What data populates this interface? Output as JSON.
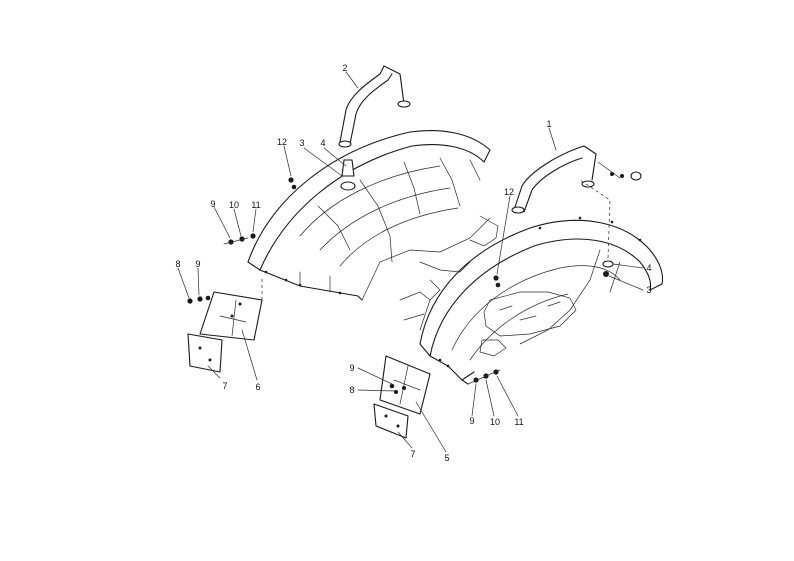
{
  "callouts": [
    {
      "id": "c1",
      "text": "1"
    },
    {
      "id": "c2",
      "text": "2"
    },
    {
      "id": "c3a",
      "text": "3"
    },
    {
      "id": "c4a",
      "text": "4"
    },
    {
      "id": "c12a",
      "text": "12"
    },
    {
      "id": "c9a",
      "text": "9"
    },
    {
      "id": "c10a",
      "text": "10"
    },
    {
      "id": "c11a",
      "text": "11"
    },
    {
      "id": "c8a",
      "text": "8"
    },
    {
      "id": "c9b",
      "text": "9"
    },
    {
      "id": "c7a",
      "text": "7"
    },
    {
      "id": "c6",
      "text": "6"
    },
    {
      "id": "c12b",
      "text": "12"
    },
    {
      "id": "c4b",
      "text": "4"
    },
    {
      "id": "c3b",
      "text": "3"
    },
    {
      "id": "c9c",
      "text": "9"
    },
    {
      "id": "c8b",
      "text": "8"
    },
    {
      "id": "c7b",
      "text": "7"
    },
    {
      "id": "c5",
      "text": "5"
    },
    {
      "id": "c9d",
      "text": "9"
    },
    {
      "id": "c10b",
      "text": "10"
    },
    {
      "id": "c11b",
      "text": "11"
    }
  ]
}
